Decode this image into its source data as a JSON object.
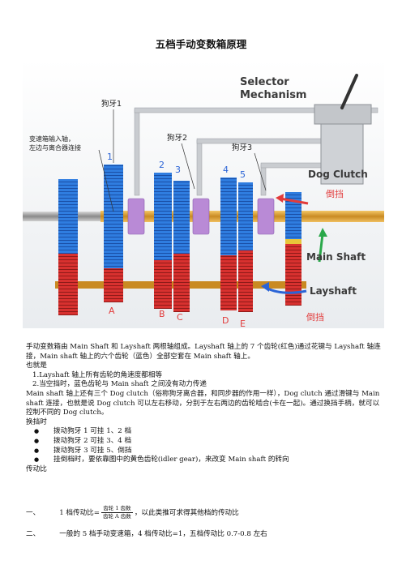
{
  "title": "五档手动变数箱原理",
  "figure": {
    "labels": {
      "dog1": "狗牙1",
      "dog2": "狗牙2",
      "dog3": "狗牙3",
      "input_line1": "变速箱输入轴，",
      "input_line2": "左边与离合器连接",
      "selector1": "Selector",
      "selector2": "Mechanism",
      "dog_clutch": "Dog Clutch",
      "reverse_top": "倒挡",
      "main_shaft": "Main Shaft",
      "layshaft": "Layshaft",
      "reverse_bottom": "倒挡",
      "n1": "1",
      "n2": "2",
      "n3": "3",
      "n4": "4",
      "n5": "5",
      "A": "A",
      "B": "B",
      "C": "C",
      "D": "D",
      "E": "E"
    },
    "colors": {
      "main_gear": "#2f7de0",
      "lay_gear": "#d8312f",
      "dog": "#b98ad6",
      "shaft": "#e0a93a",
      "accent_red": "#e23b3b",
      "accent_green": "#2aa84a",
      "accent_blue": "#2b64d6"
    }
  },
  "paragraphs": {
    "p1": "手动变数箱由 Main Shaft 和 Layshaft 两根轴组成。Layshaft 轴上的 7 个齿轮(红色)通过花键与 Layshaft 轴连接，Main shaft 轴上的六个齿轮（蓝色）全部空套在 Main shaft 轴上。",
    "p2": "也就是",
    "p3": "1.Layshaft 轴上所有齿轮的角速度都相等",
    "p4": "2.当空挡时，蓝色齿轮与 Main shaft 之间没有动力传递",
    "p5": "Main shaft 轴上还有三个 Dog clutch（俗称狗牙离合器，和同步器的作用一样），Dog clutch 通过滑键与 Main shaft 连接，也就是说 Dog clutch 可以左右移动，分别于左右两边的齿轮啮合(卡在一起)。通过换挡手柄，就可以控制不同的 Dog clutch。",
    "p6": "换挡时",
    "bullets": [
      "拨动狗牙 1 可挂 1、2 档",
      "拨动狗牙 2 可挂 3、4 档",
      "拨动狗牙 3 可挂 5、倒挡",
      "挂倒档时，要依靠图中的黄色齿轮(idler gear)，来改变 Main shaft 的转向"
    ],
    "p7": "传动比",
    "f_prefix": "一、",
    "f_text": "1 档传动比=",
    "f_num": "齿轮 1 齿数",
    "f_den": "齿轮 A 齿数",
    "f_suffix": "，以此类推可求得其他档的传动比",
    "last_prefix": "二、",
    "last_text": "一般的 5 档手动变速箱，4 档传动比=1，五档传动比 0.7-0.8 左右"
  }
}
